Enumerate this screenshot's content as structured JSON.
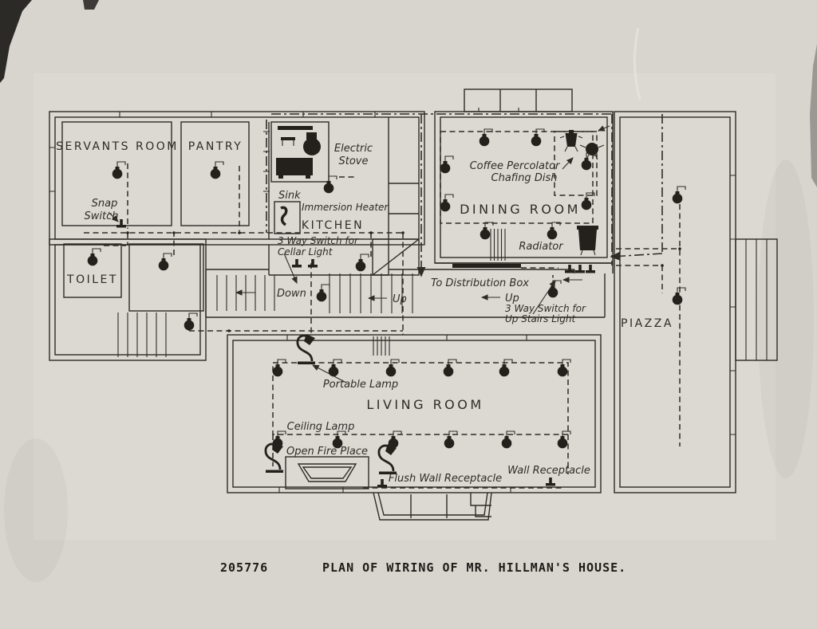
{
  "photo": {
    "catalog_number": "205776",
    "caption": "PLAN OF WIRING OF MR. HILLMAN'S HOUSE."
  },
  "rooms": {
    "servants_room": "SERVANTS ROOM",
    "pantry": "PANTRY",
    "kitchen": "KITCHEN",
    "toilet": "TOILET",
    "dining_room": "DINING ROOM",
    "piazza": "PIAZZA",
    "living_room": "LIVING ROOM"
  },
  "labels": {
    "snap_switch_1": "Snap",
    "snap_switch_2": "Switch",
    "electric_stove_1": "Electric",
    "electric_stove_2": "Stove",
    "sink": "Sink",
    "immersion_heater": "Immersion Heater",
    "cellar_switch_1": "3 Way Switch for",
    "cellar_switch_2": "Cellar Light",
    "down": "Down",
    "up_stairs": "Up",
    "to_distribution_box": "To Distribution Box",
    "up_hall": "Up",
    "upstairs_switch_1": "3 Way Switch for",
    "upstairs_switch_2": "Up Stairs Light",
    "coffee_percolator": "Coffee Percolator",
    "chafing_dish": "Chafing Dish",
    "radiator": "Radiator",
    "portable_lamp": "Portable Lamp",
    "ceiling_lamp": "Ceiling Lamp",
    "open_fire_place": "Open Fire Place",
    "flush_wall_receptacle": "Flush Wall Receptacle",
    "wall_receptacle": "Wall Receptacle"
  },
  "colors": {
    "ink": "#2f2b27",
    "paper": "#d7d4ce"
  }
}
